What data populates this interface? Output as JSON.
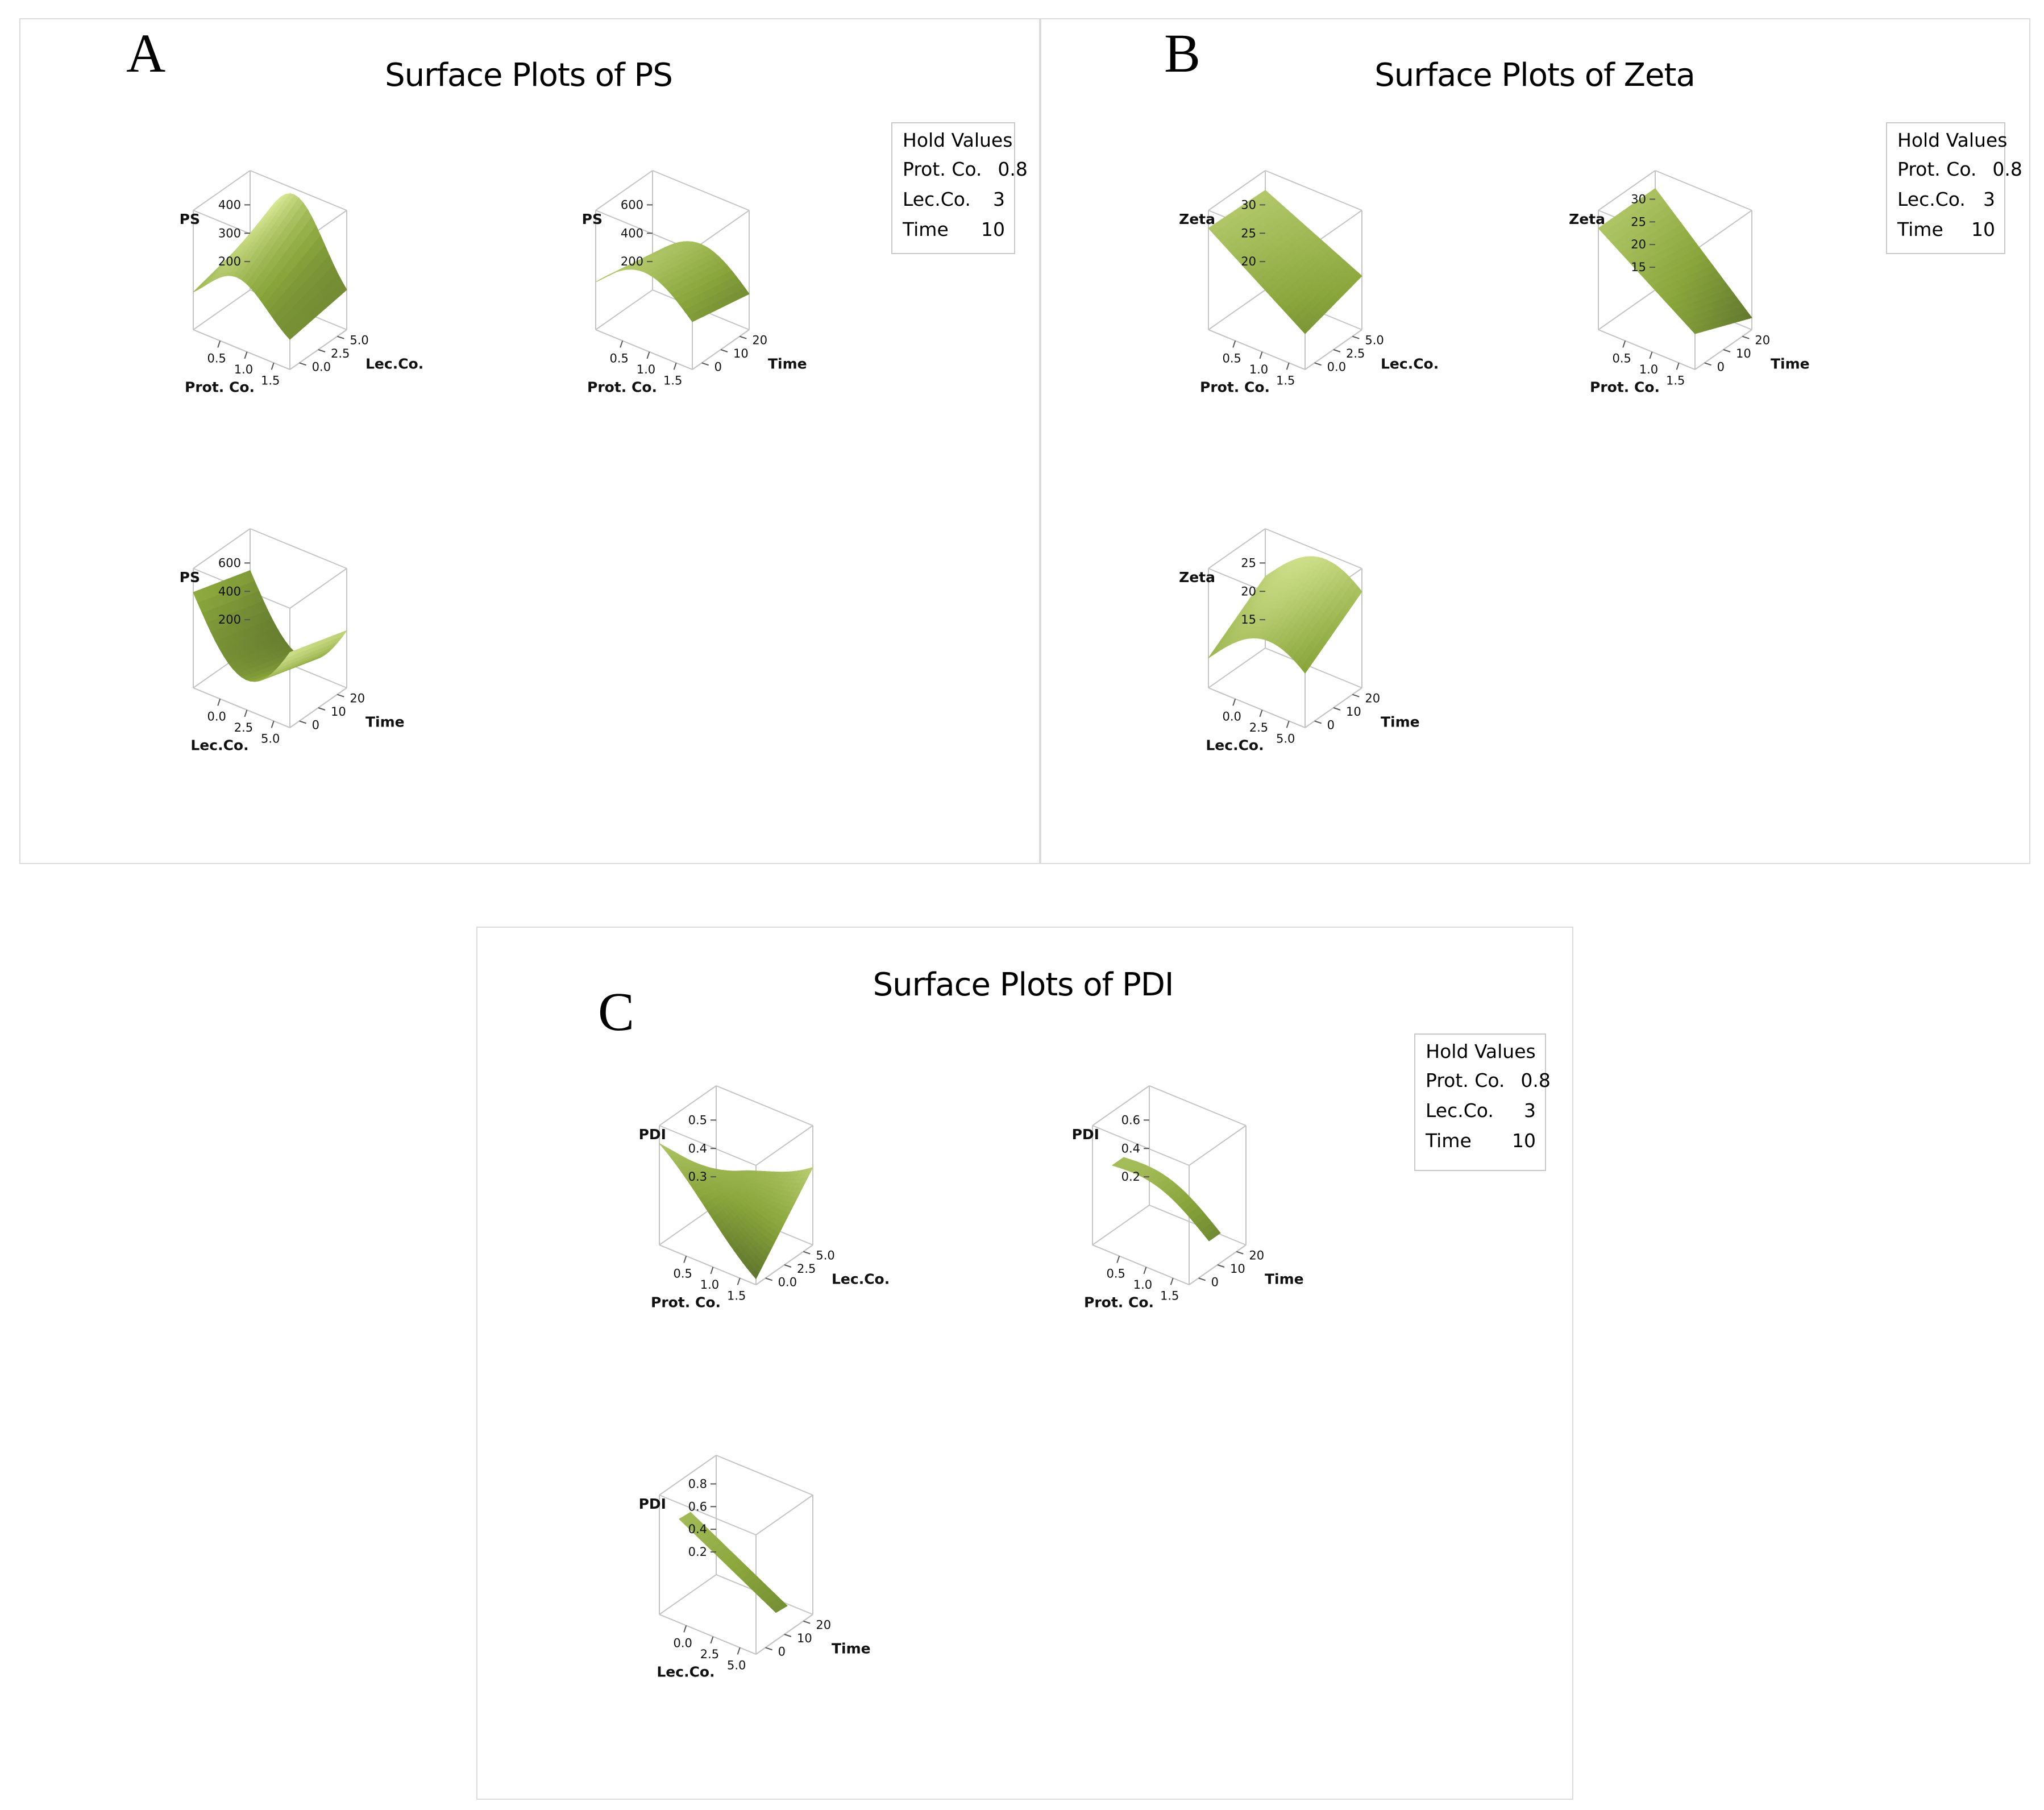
{
  "panels": [
    {
      "letter": "A",
      "title": "Surface Plots of PS",
      "hold": {
        "heading": "Hold Values",
        "rows": [
          {
            "label": "Prot. Co.",
            "value": "0.8"
          },
          {
            "label": "Lec.Co.",
            "value": "3"
          },
          {
            "label": "Time",
            "value": "10"
          }
        ]
      }
    },
    {
      "letter": "B",
      "title": "Surface Plots of Zeta",
      "hold": {
        "heading": "Hold Values",
        "rows": [
          {
            "label": "Prot. Co.",
            "value": "0.8"
          },
          {
            "label": "Lec.Co.",
            "value": "3"
          },
          {
            "label": "Time",
            "value": "10"
          }
        ]
      }
    },
    {
      "letter": "C",
      "title": "Surface Plots of PDI",
      "hold": {
        "heading": "Hold Values",
        "rows": [
          {
            "label": "Prot. Co.",
            "value": "0.8"
          },
          {
            "label": "Lec.Co.",
            "value": "3"
          },
          {
            "label": "Time",
            "value": "10"
          }
        ]
      }
    }
  ],
  "colors": {
    "surface_light": "#e8f5a8",
    "surface_mid": "#8aa63c",
    "surface_dark": "#27331a",
    "frame": "#c4c4c4"
  },
  "chart_data": [
    {
      "type": "surface",
      "panel": "A",
      "zlabel": "PS",
      "xlabel": "Prot. Co.",
      "ylabel": "Lec.Co.",
      "xticks": [
        "0.5",
        "1.0",
        "1.5"
      ],
      "yticks": [
        "0.0",
        "2.5",
        "5.0"
      ],
      "zticks": [
        "200",
        "300",
        "400"
      ],
      "xlim": [
        0.2,
        1.5
      ],
      "ylim": [
        0,
        5.5
      ],
      "zlim": [
        150,
        450
      ],
      "shape": "ridge",
      "peak_z": 420
    },
    {
      "type": "surface",
      "panel": "A",
      "zlabel": "PS",
      "xlabel": "Prot. Co.",
      "ylabel": "Time",
      "xticks": [
        "0.5",
        "1.0",
        "1.5"
      ],
      "yticks": [
        "0",
        "10",
        "20"
      ],
      "zticks": [
        "200",
        "400",
        "600"
      ],
      "xlim": [
        0.2,
        1.5
      ],
      "ylim": [
        0,
        22
      ],
      "zlim": [
        100,
        650
      ],
      "shape": "arch",
      "peak_z": 420
    },
    {
      "type": "surface",
      "panel": "A",
      "zlabel": "PS",
      "xlabel": "Lec.Co.",
      "ylabel": "Time",
      "xticks": [
        "0.0",
        "2.5",
        "5.0"
      ],
      "yticks": [
        "0",
        "10",
        "20"
      ],
      "zticks": [
        "200",
        "400",
        "600"
      ],
      "xlim": [
        0,
        5.5
      ],
      "ylim": [
        0,
        22
      ],
      "zlim": [
        150,
        700
      ],
      "shape": "valley",
      "peak_z": 600
    },
    {
      "type": "surface",
      "panel": "B",
      "zlabel": "Zeta",
      "xlabel": "Prot. Co.",
      "ylabel": "Lec.Co.",
      "xticks": [
        "0.5",
        "1.0",
        "1.5"
      ],
      "yticks": [
        "0.0",
        "2.5",
        "5.0"
      ],
      "zticks": [
        "20",
        "25",
        "30"
      ],
      "xlim": [
        0.2,
        1.5
      ],
      "ylim": [
        0,
        5.5
      ],
      "zlim": [
        17,
        32
      ],
      "shape": "sheet",
      "peak_z": 31
    },
    {
      "type": "surface",
      "panel": "B",
      "zlabel": "Zeta",
      "xlabel": "Prot. Co.",
      "ylabel": "Time",
      "xticks": [
        "0.5",
        "1.0",
        "1.5"
      ],
      "yticks": [
        "0",
        "10",
        "20"
      ],
      "zticks": [
        "15",
        "20",
        "25",
        "30"
      ],
      "xlim": [
        0.2,
        1.5
      ],
      "ylim": [
        0,
        22
      ],
      "zlim": [
        13,
        32
      ],
      "shape": "wedge",
      "peak_z": 31
    },
    {
      "type": "surface",
      "panel": "B",
      "zlabel": "Zeta",
      "xlabel": "Lec.Co.",
      "ylabel": "Time",
      "xticks": [
        "0.0",
        "2.5",
        "5.0"
      ],
      "yticks": [
        "0",
        "10",
        "20"
      ],
      "zticks": [
        "15",
        "20",
        "25"
      ],
      "xlim": [
        0,
        5.5
      ],
      "ylim": [
        0,
        22
      ],
      "zlim": [
        13,
        27
      ],
      "shape": "dome",
      "peak_z": 25
    },
    {
      "type": "surface",
      "panel": "C",
      "zlabel": "PDI",
      "xlabel": "Prot. Co.",
      "ylabel": "Lec.Co.",
      "xticks": [
        "0.5",
        "1.0",
        "1.5"
      ],
      "yticks": [
        "0.0",
        "2.5",
        "5.0"
      ],
      "zticks": [
        "0.3",
        "0.4",
        "0.5"
      ],
      "xlim": [
        0.2,
        1.5
      ],
      "ylim": [
        0,
        5.5
      ],
      "zlim": [
        0.25,
        0.55
      ],
      "shape": "saddle",
      "peak_z": 0.55
    },
    {
      "type": "surface",
      "panel": "C",
      "zlabel": "PDI",
      "xlabel": "Prot. Co.",
      "ylabel": "Time",
      "xticks": [
        "0.5",
        "1.0",
        "1.5"
      ],
      "yticks": [
        "0",
        "10",
        "20"
      ],
      "zticks": [
        "0.2",
        "0.4",
        "0.6"
      ],
      "xlim": [
        0.2,
        1.5
      ],
      "ylim": [
        0,
        22
      ],
      "zlim": [
        0.1,
        0.7
      ],
      "shape": "arch_thin",
      "peak_z": 0.45
    },
    {
      "type": "surface",
      "panel": "C",
      "zlabel": "PDI",
      "xlabel": "Lec.Co.",
      "ylabel": "Time",
      "xticks": [
        "0.0",
        "2.5",
        "5.0"
      ],
      "yticks": [
        "0",
        "10",
        "20"
      ],
      "zticks": [
        "0.2",
        "0.4",
        "0.6",
        "0.8"
      ],
      "xlim": [
        0,
        5.5
      ],
      "ylim": [
        0,
        22
      ],
      "zlim": [
        0.15,
        0.85
      ],
      "shape": "slope_thin",
      "peak_z": 0.65
    }
  ]
}
